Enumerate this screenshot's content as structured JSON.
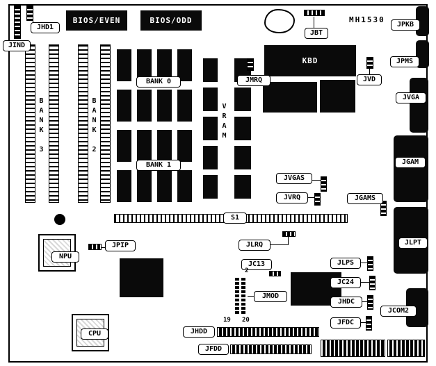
{
  "title": "MH1530",
  "labels": {
    "jind": "JIND",
    "jhd1": "JHD1",
    "bios_even": "BIOS/EVEN",
    "bios_odd": "BIOS/ODD",
    "jbt": "JBT",
    "jpkb": "JPKB",
    "jpms": "JPMS",
    "kbd": "KBD",
    "jmrq": "JMRQ",
    "jvd": "JVD",
    "jvga": "JVGA",
    "jgam": "JGAM",
    "jlpt": "JLPT",
    "jcom2": "JCOM2",
    "bank0": "BANK 0",
    "bank1": "BANK 1",
    "bank2": "BANK 2",
    "bank3": "BANK 3",
    "vram": "VRAM",
    "jvgas": "JVGAS",
    "jvrq": "JVRQ",
    "jgams": "JGAMS",
    "s1": "S1",
    "jpip": "JPIP",
    "npu": "NPU",
    "jlrq": "JLRQ",
    "jc13": "JC13",
    "jmod": "JMOD",
    "jlps": "JLPS",
    "jc24": "JC24",
    "jhdc": "JHDC",
    "jfdc": "JFDC",
    "cpu": "CPU",
    "jhdd": "JHDD",
    "jfdd": "JFDD"
  },
  "jmod_pins": {
    "first": "2",
    "bottom_left": "19",
    "bottom_right": "20"
  }
}
